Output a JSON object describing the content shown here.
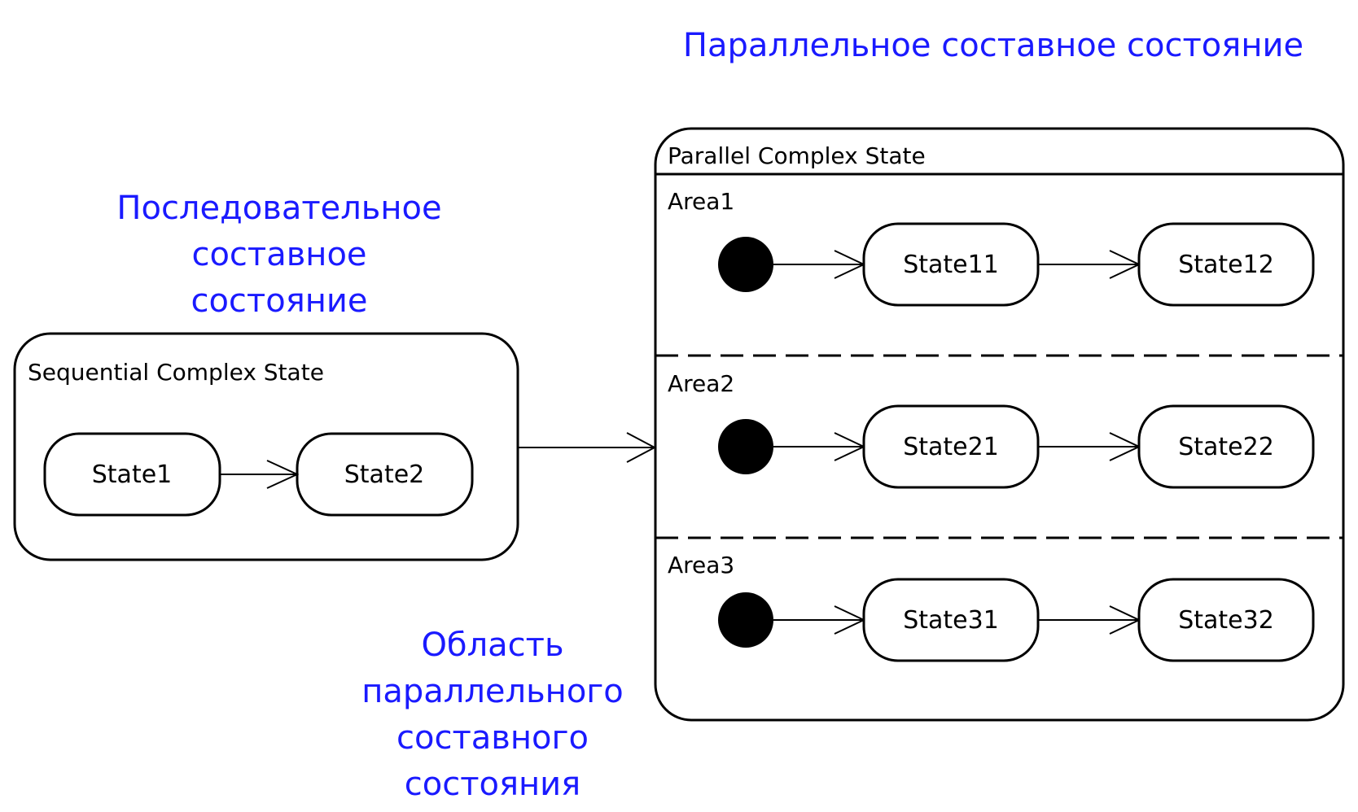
{
  "captions": {
    "parallel_title": "Параллельное составное состояние",
    "sequential": [
      "Последовательное",
      "составное",
      "состояние"
    ],
    "area": [
      "Область",
      "параллельного",
      "составного",
      "состояния"
    ]
  },
  "sequential_state": {
    "name": "Sequential Complex State",
    "states": [
      "State1",
      "State2"
    ]
  },
  "parallel_state": {
    "name": "Parallel Complex State",
    "areas": [
      {
        "name": "Area1",
        "states": [
          "State11",
          "State12"
        ]
      },
      {
        "name": "Area2",
        "states": [
          "State21",
          "State22"
        ]
      },
      {
        "name": "Area3",
        "states": [
          "State31",
          "State32"
        ]
      }
    ]
  },
  "colors": {
    "caption": "#1a1aff",
    "lines": "#000000",
    "background": "#ffffff"
  }
}
